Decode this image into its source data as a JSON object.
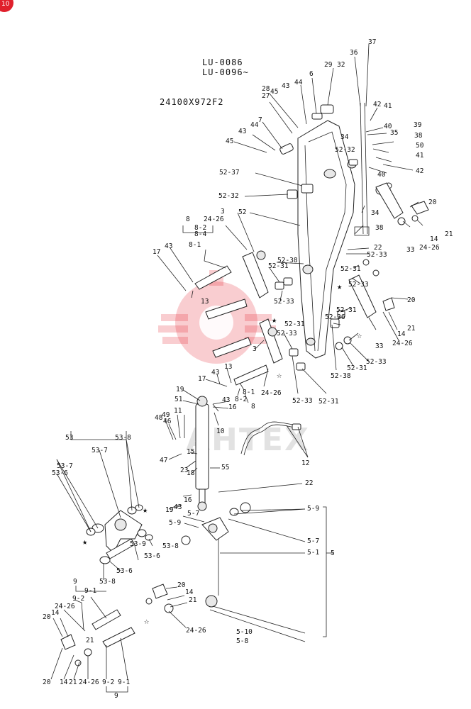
{
  "corner_badge": "10",
  "header": {
    "serial_line_1": "LU-0086",
    "serial_line_2": "LU-0096~",
    "model_code": "24100X972F2"
  },
  "watermark": {
    "brand_text": "AHTEX"
  },
  "callouts": {
    "c37": "37",
    "c36": "36",
    "c29": "29",
    "c32": "32",
    "c6": "6",
    "c44a": "44",
    "c43a": "43",
    "c28": "28",
    "c45a": "45",
    "c27": "27",
    "c42a": "42",
    "c41a": "41",
    "c7": "7",
    "c44b": "44",
    "c43b": "43",
    "c45b": "45",
    "c40a": "40",
    "c35": "35",
    "c39": "39",
    "c38a": "38",
    "c50": "50",
    "c41b": "41",
    "c42b": "42",
    "c34a": "34",
    "c52_32a": "52-32",
    "c52_37": "52-37",
    "c40b": "40",
    "c52_32b": "52-32",
    "c52": "52",
    "c20a": "20",
    "c34b": "34",
    "c14a": "14",
    "c21a": "21",
    "c38b": "38",
    "c33a": "33",
    "c24_26a": "24-26",
    "c8a": "8",
    "c24_26b": "24-26",
    "c3a": "3",
    "c8_2a": "8-2",
    "c8_4": "8-4",
    "c8_1a": "8-1",
    "c22a": "22",
    "c52_33a": "52-33",
    "c43c": "43",
    "c17a": "17",
    "c52_38a": "52-38",
    "c52_31a": "52-31",
    "c52_31b": "52-31",
    "c52_33b": "52-33",
    "c13a": "13",
    "c20b": "20",
    "c52_33c": "52-33",
    "c52_31c": "52-31",
    "c52_36": "52-36",
    "c52_31d": "52-31",
    "c52_33d": "52-33",
    "c14b": "14",
    "c21b": "21",
    "c33b": "33",
    "c24_26c": "24-26",
    "c3b": "3",
    "c52_33e": "52-33",
    "c52_31e": "52-31",
    "c52_38b": "52-38",
    "c13b": "13",
    "c43d": "43",
    "c17b": "17",
    "c24_26d": "24-26",
    "c8_1b": "8-1",
    "c8_2b": "8-2",
    "c8b": "8",
    "c52_33f": "52-33",
    "c52_31f": "52-31",
    "c19a": "19",
    "c51": "51",
    "c43e": "43",
    "c16a": "16",
    "c10": "10",
    "c46": "46",
    "c48": "48",
    "c49": "49",
    "c11": "11",
    "c53": "53",
    "c53_8a": "53-8",
    "c53_7a": "53-7",
    "c53_7b": "53-7",
    "c53_6a": "53-6",
    "c12": "12",
    "c15": "15",
    "c47": "47",
    "c23": "23",
    "c18": "18",
    "c55": "55",
    "c22b": "22",
    "c16b": "16",
    "c19b": "19",
    "c43f": "43",
    "c5_9a": "5-9",
    "c5_7a": "5-7",
    "c5_9b": "5-9",
    "c5_7b": "5-7",
    "c53_8b": "53-8",
    "c53_9": "53-9",
    "c53_6b": "53-6",
    "c53_6c": "53-6",
    "c53_8c": "53-8",
    "c5_1": "5-1",
    "c5": "5",
    "c9a": "9",
    "c9_1a": "9-1",
    "c20c": "20",
    "c14c": "14",
    "c9_2a": "9-2",
    "c21c": "21",
    "c24_26e": "24-26",
    "c24_26f": "24-26",
    "c20d": "20",
    "c14d": "14",
    "c21d": "21",
    "c5_10": "5-10",
    "c5_8": "5-8",
    "c20e": "20",
    "c14e": "14",
    "c21e": "21",
    "c24_26g": "24-26",
    "c9_2b": "9-2",
    "c9_1b": "9-1",
    "c9b": "9"
  }
}
